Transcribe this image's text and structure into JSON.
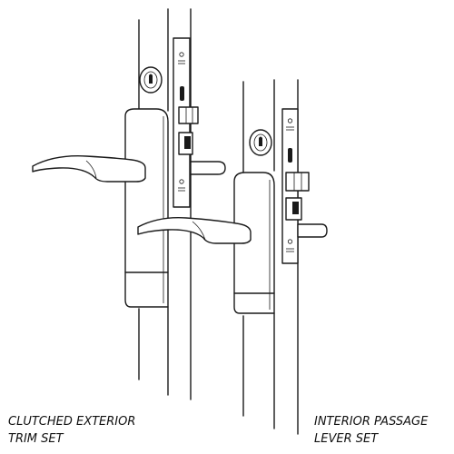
{
  "captions": {
    "left": {
      "line1": "CLUTCHED EXTERIOR",
      "line2": "TRIM SET"
    },
    "right": {
      "line1": "INTERIOR PASSAGE",
      "line2": "LEVER SET"
    }
  }
}
